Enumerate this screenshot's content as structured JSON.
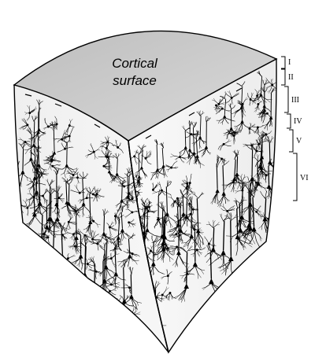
{
  "figure": {
    "surface_label": [
      "Cortical",
      "surface"
    ],
    "layers": [
      {
        "name": "I"
      },
      {
        "name": "II"
      },
      {
        "name": "III"
      },
      {
        "name": "IV"
      },
      {
        "name": "V"
      },
      {
        "name": "VI"
      }
    ],
    "colors": {
      "top_face": "#c8c8c8",
      "side_faces": "#f2f2f2",
      "neuron_ink": "#000000",
      "outline": "#000000"
    },
    "icons": [
      "pyramidal-neuron-icon",
      "stellate-neuron-icon"
    ]
  }
}
